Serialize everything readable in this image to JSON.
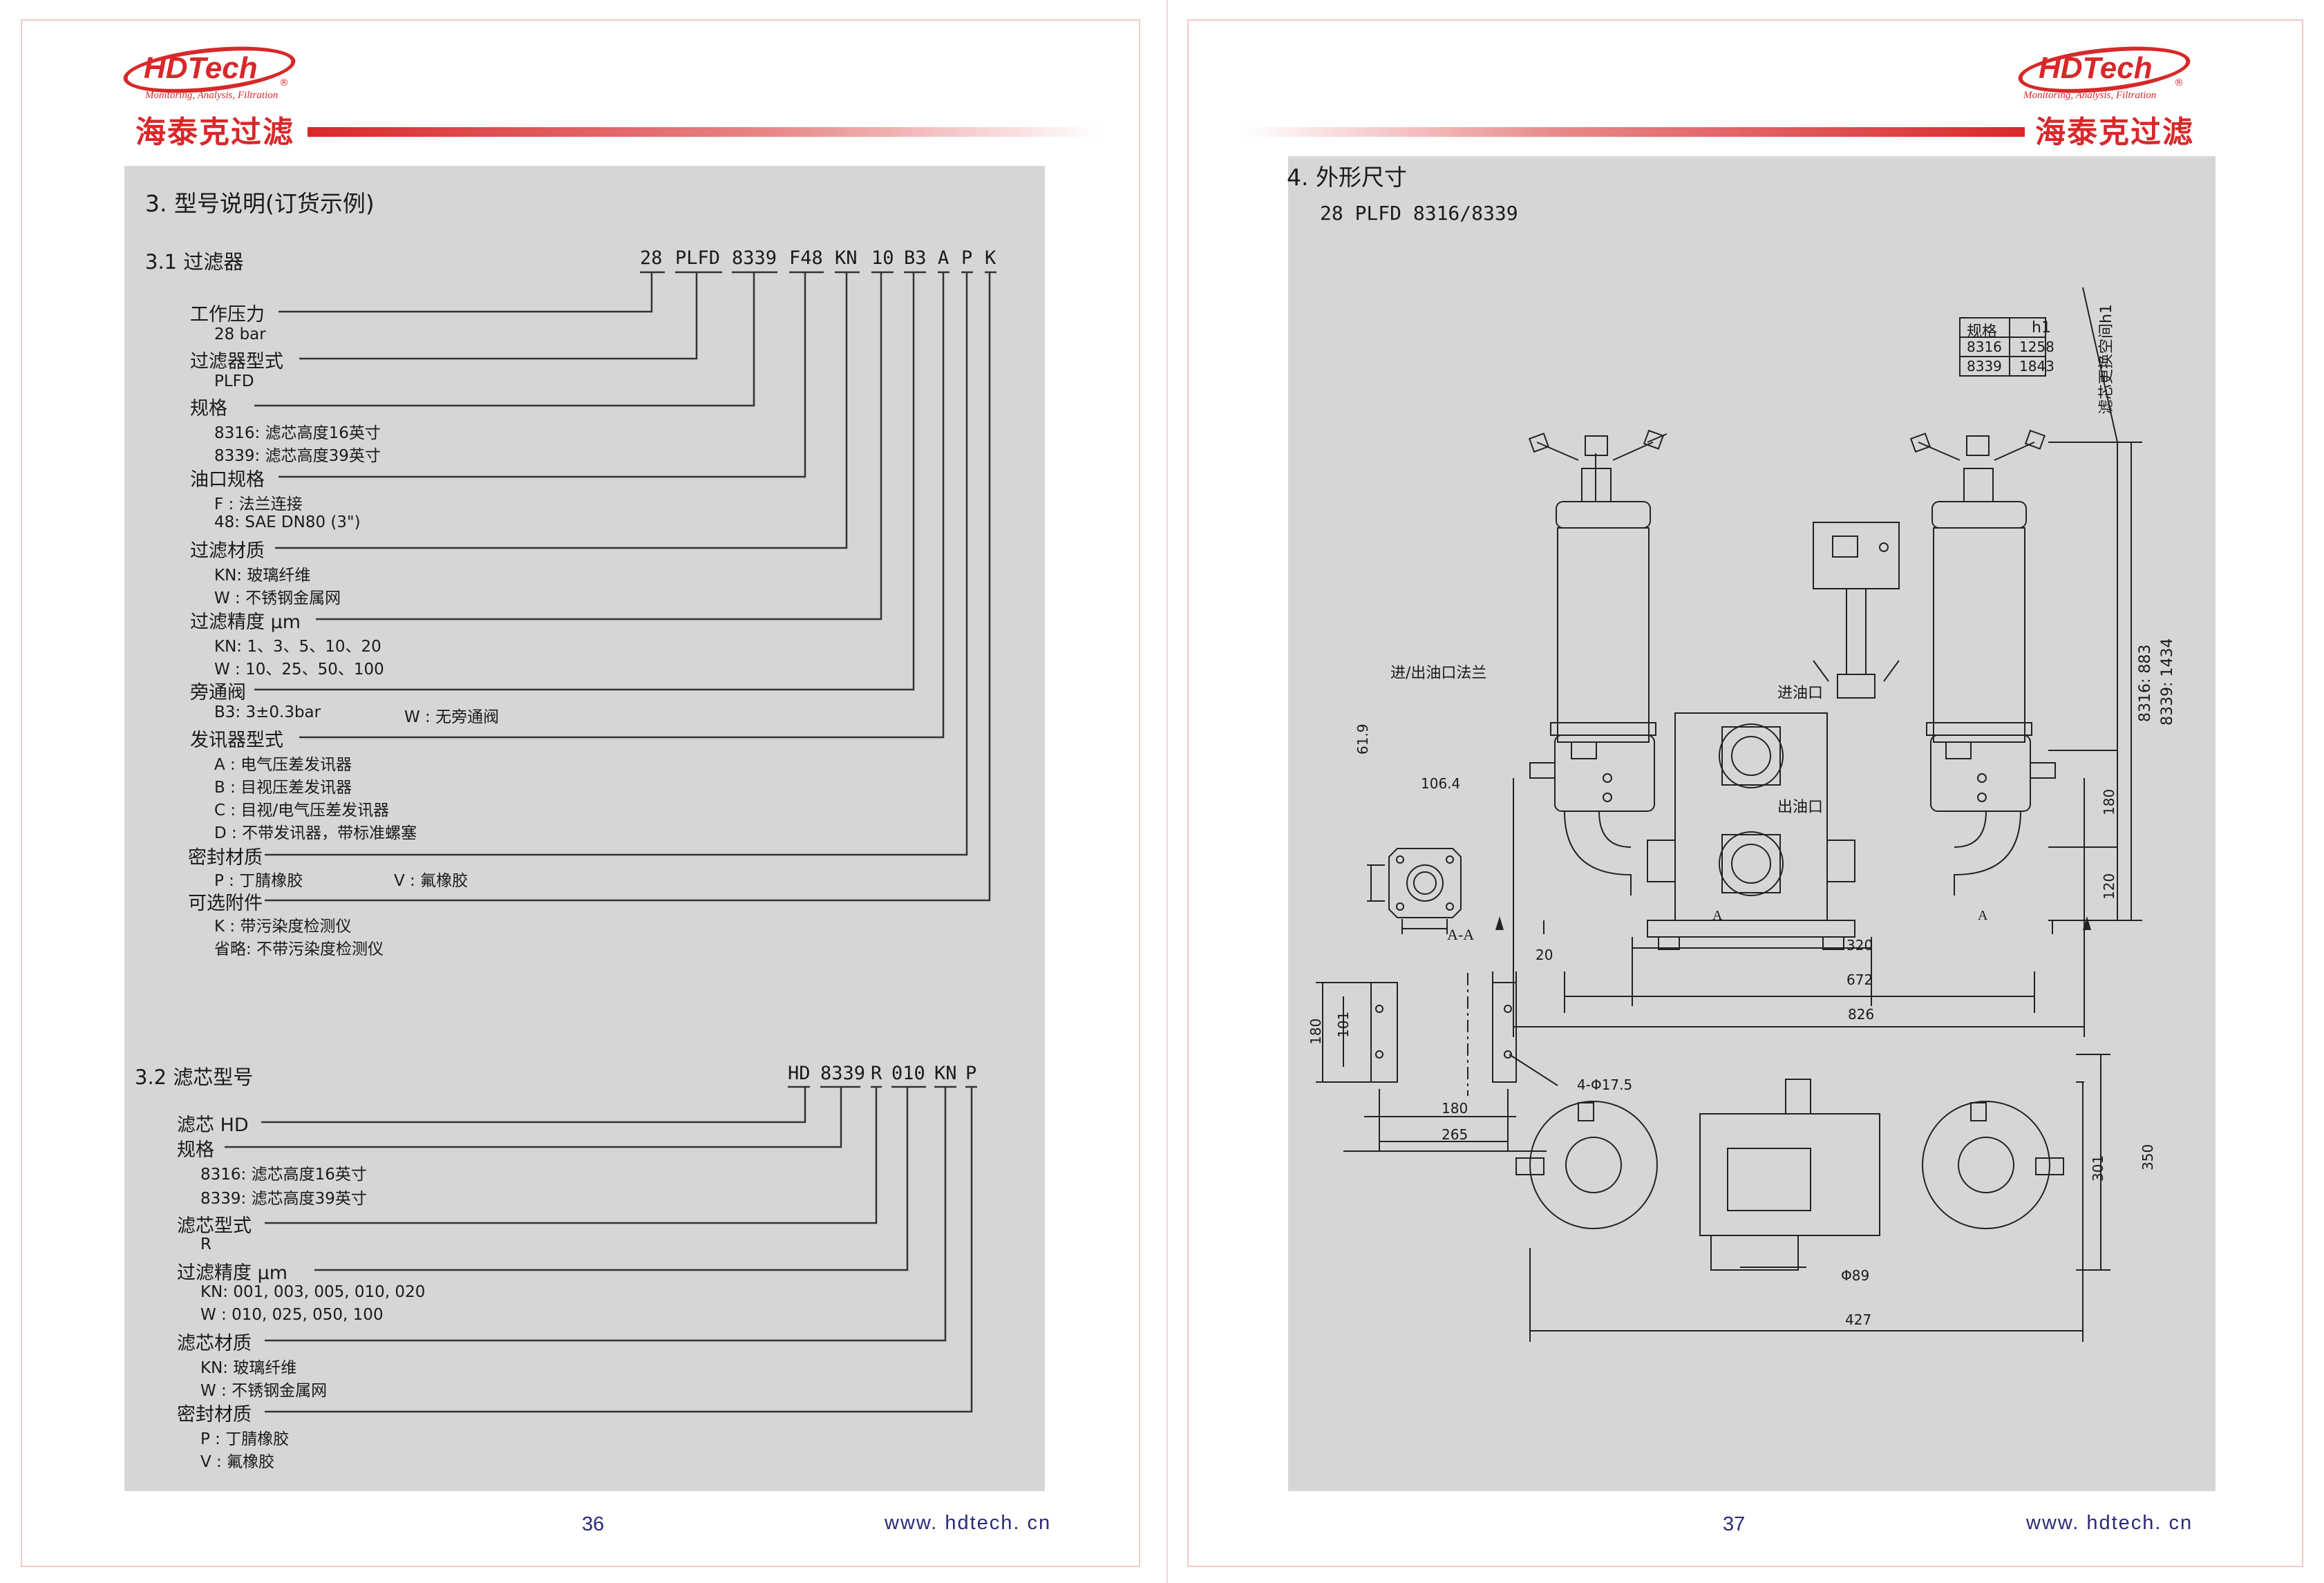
{
  "brand": {
    "logo_word": "HDTech",
    "logo_registered": "®",
    "logo_tagline": "Monitoring, Analysis, Filtration",
    "logo_cn": "海泰克过滤"
  },
  "left_page": {
    "section_title": "3. 型号说明(订货示例)",
    "filter": {
      "title": "3.1 过滤器",
      "code_segments": [
        "28",
        "PLFD",
        "8339",
        "F48",
        "KN",
        "10",
        "B3",
        "A",
        "P",
        "K"
      ],
      "items": [
        {
          "label": "工作压力",
          "options": [
            "28 bar"
          ]
        },
        {
          "label": "过滤器型式",
          "options": [
            "PLFD"
          ]
        },
        {
          "label": "规格",
          "options": [
            "8316: 滤芯高度16英寸",
            "8339: 滤芯高度39英寸"
          ]
        },
        {
          "label": "油口规格",
          "options": [
            "F : 法兰连接",
            "48: SAE DN80 (3\")"
          ]
        },
        {
          "label": "过滤材质",
          "options": [
            "KN: 玻璃纤维",
            "W : 不锈钢金属网"
          ]
        },
        {
          "label": "过滤精度 μm",
          "options": [
            "KN: 1、3、5、10、20",
            "W : 10、25、50、100"
          ]
        },
        {
          "label": "旁通阀",
          "options": [
            "B3: 3±0.3bar",
            "W : 无旁通阀"
          ]
        },
        {
          "label": "发讯器型式",
          "options": [
            "A : 电气压差发讯器",
            "B : 目视压差发讯器",
            "C : 目视/电气压差发讯器",
            "D : 不带发讯器，带标准螺塞"
          ]
        },
        {
          "label": "密封材质",
          "options": [
            "P : 丁腈橡胶",
            "V : 氟橡胶"
          ]
        },
        {
          "label": "可选附件",
          "options": [
            "K : 带污染度检测仪",
            "省略: 不带污染度检测仪"
          ]
        }
      ]
    },
    "element": {
      "title": "3.2 滤芯型号",
      "code_segments": [
        "HD",
        "8339",
        "R",
        "010",
        "KN",
        "P"
      ],
      "items": [
        {
          "label": "滤芯 HD",
          "options": []
        },
        {
          "label": "规格",
          "options": [
            "8316: 滤芯高度16英寸",
            "8339: 滤芯高度39英寸"
          ]
        },
        {
          "label": "滤芯型式",
          "options": [
            "R"
          ]
        },
        {
          "label": "过滤精度 μm",
          "options": [
            "KN: 001, 003, 005, 010, 020",
            "W : 010, 025, 050, 100"
          ]
        },
        {
          "label": "滤芯材质",
          "options": [
            "KN: 玻璃纤维",
            "W : 不锈钢金属网"
          ]
        },
        {
          "label": "密封材质",
          "options": [
            "P : 丁腈橡胶",
            "V : 氟橡胶"
          ]
        }
      ]
    },
    "page_number": "36",
    "website": "www. hdtech. cn"
  },
  "right_page": {
    "section_title": "4. 外形尺寸",
    "model": "28 PLFD 8316/8339",
    "spec_table": {
      "headers": [
        "规格",
        "h1"
      ],
      "rows": [
        [
          "8316",
          "1258"
        ],
        [
          "8339",
          "1843"
        ]
      ]
    },
    "labels": {
      "flange": "进/出油口法兰",
      "inlet": "进油口",
      "outlet": "出油口",
      "section": "A-A",
      "section_mark": "A",
      "element_change_space": "滤芯更换空间h1",
      "height_8316": "8316: 883",
      "height_8339": "8339: 1434"
    },
    "dimensions": {
      "flange_h": "61.9",
      "flange_w": "106.4",
      "d180": "180",
      "d120": "120",
      "d320": "320",
      "d672": "672",
      "d826": "826",
      "aa_20": "20",
      "aa_180": "180",
      "aa_101": "101",
      "aa_180b": "180",
      "aa_265": "265",
      "holes": "4-Φ17.5",
      "top_301": "301",
      "top_350": "350",
      "top_d89": "Φ89",
      "top_427": "427"
    },
    "page_number": "37",
    "website": "www. hdtech. cn"
  },
  "colors": {
    "brand_red": "#d8282a",
    "panel_gray": "#d6d6d6",
    "footer_blue": "#2a2a7a"
  }
}
